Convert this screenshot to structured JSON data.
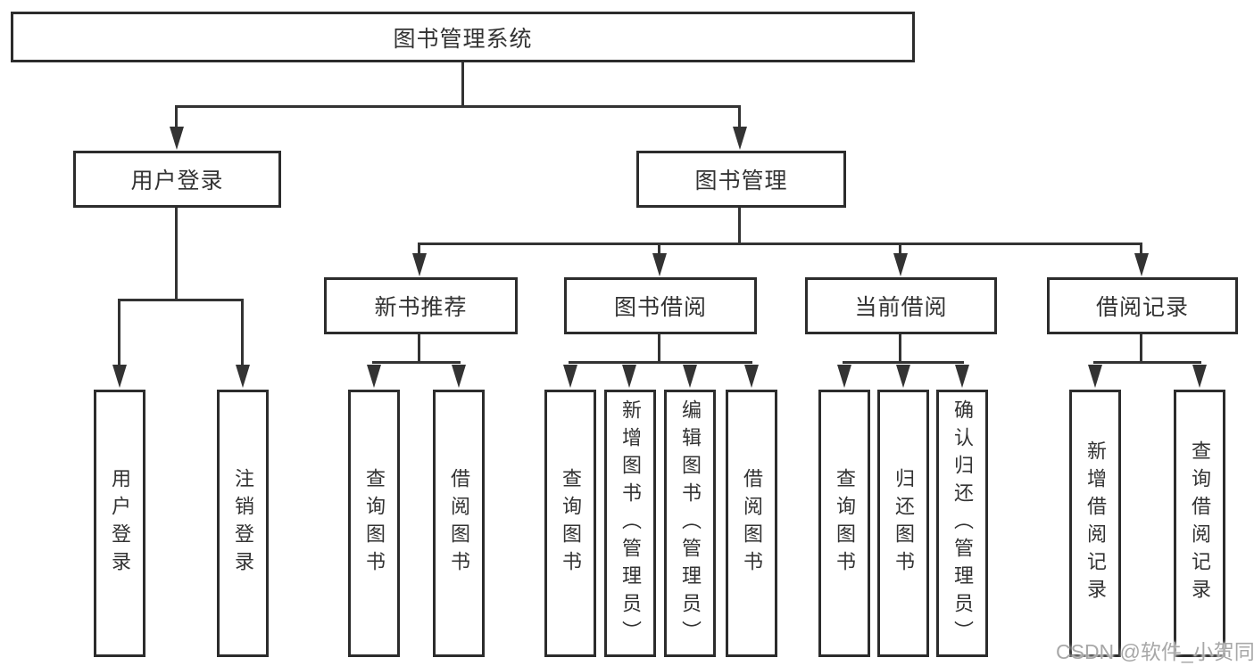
{
  "diagram_title": "图书管理系统",
  "watermark": "CSDN @软件_小贺同学",
  "colors": {
    "line": "#333333",
    "box_border": "#2c2c2c",
    "text": "#333333",
    "watermark": "#a8a8a8",
    "background": "#ffffff"
  },
  "tree": {
    "root": {
      "label": "图书管理系统",
      "children": [
        {
          "label": "用户登录",
          "children": [
            {
              "label": "用户登录"
            },
            {
              "label": "注销登录"
            }
          ]
        },
        {
          "label": "图书管理",
          "children": [
            {
              "label": "新书推荐",
              "children": [
                {
                  "label": "查询图书"
                },
                {
                  "label": "借阅图书"
                }
              ]
            },
            {
              "label": "图书借阅",
              "children": [
                {
                  "label": "查询图书"
                },
                {
                  "label": "新增图书（管理员）"
                },
                {
                  "label": "编辑图书（管理员）"
                },
                {
                  "label": "借阅图书"
                }
              ]
            },
            {
              "label": "当前借阅",
              "children": [
                {
                  "label": "查询图书"
                },
                {
                  "label": "归还图书"
                },
                {
                  "label": "确认归还（管理员）"
                }
              ]
            },
            {
              "label": "借阅记录",
              "children": [
                {
                  "label": "新增借阅记录"
                },
                {
                  "label": "查询借阅记录"
                }
              ]
            }
          ]
        }
      ]
    }
  }
}
